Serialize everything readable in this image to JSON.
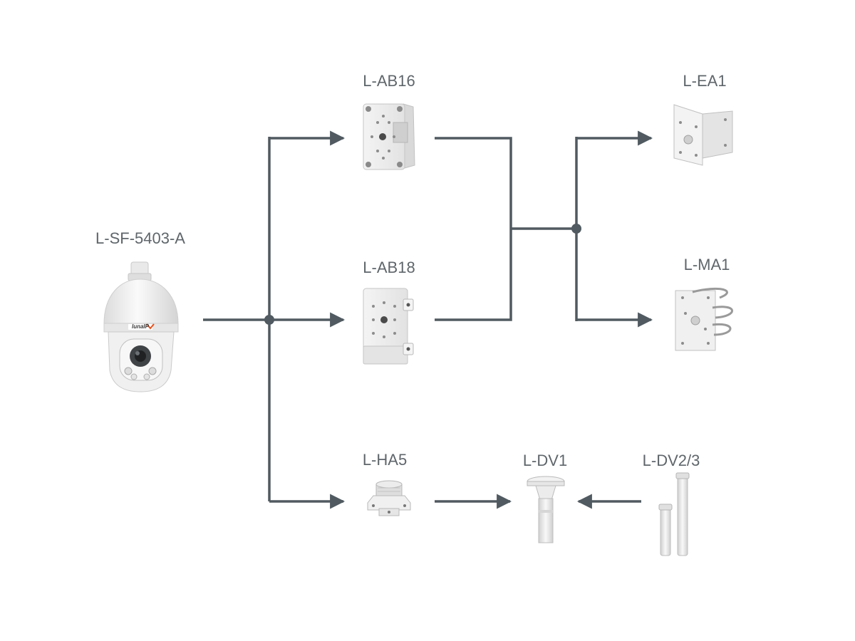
{
  "colors": {
    "connector": "#505a60",
    "label": "#5f666b",
    "device_body": "#eeeeee",
    "device_shadow": "#c8c8c8",
    "brand_accent": "#e8501a"
  },
  "camera": {
    "model": "L-SF-5403-A",
    "brand_logo_text": "lunaIP"
  },
  "mounts": {
    "ab16": {
      "model": "L-AB16"
    },
    "ab18": {
      "model": "L-AB18"
    },
    "ha5": {
      "model": "L-HA5"
    },
    "ea1": {
      "model": "L-EA1"
    },
    "ma1": {
      "model": "L-MA1"
    },
    "dv1": {
      "model": "L-DV1"
    },
    "dv23": {
      "model": "L-DV2/3"
    }
  },
  "icons": {
    "camera": "ptz-dome-camera-icon",
    "ab16": "junction-box-icon",
    "ab18": "junction-box-tall-icon",
    "ha5": "pendant-adapter-icon",
    "ea1": "corner-mount-icon",
    "ma1": "pole-mount-icon",
    "dv1": "ceiling-mount-icon",
    "dv23": "extension-pole-icon"
  }
}
